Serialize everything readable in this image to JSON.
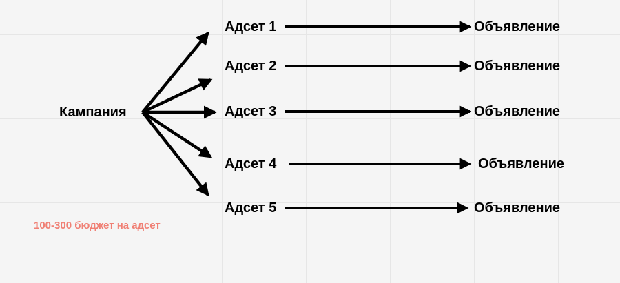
{
  "campaign": {
    "label": "Кампания"
  },
  "adsets": [
    {
      "label": "Адсет 1",
      "ad": "Объявление"
    },
    {
      "label": "Адсет 2",
      "ad": "Объявление"
    },
    {
      "label": "Адсет 3",
      "ad": "Объявление"
    },
    {
      "label": "Адсет 4",
      "ad": "Объявление"
    },
    {
      "label": "Адсет 5",
      "ad": "Объявление"
    }
  ],
  "note": {
    "text": "100-300 бюджет на адсет",
    "color": "#f07f74"
  },
  "colors": {
    "arrow": "#000000",
    "background": "#f5f5f5",
    "grid": "#e6e6e6"
  }
}
